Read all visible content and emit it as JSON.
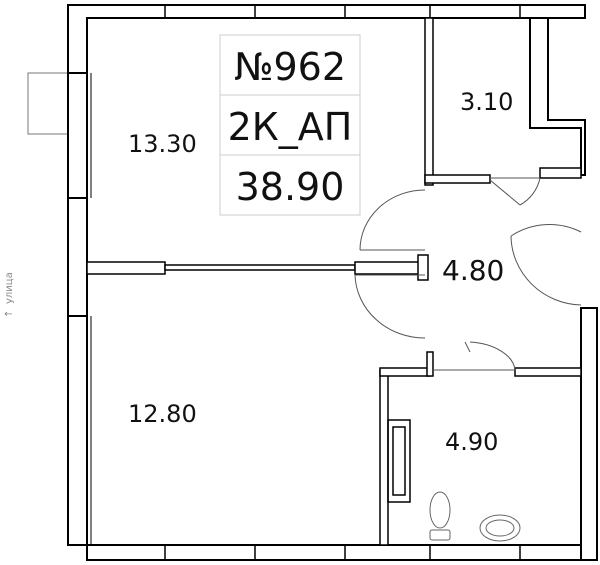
{
  "title_box": {
    "number": "№962",
    "type": "2К_АП",
    "total_area": "38.90"
  },
  "rooms": [
    {
      "name": "room-living-1",
      "area": "13.30"
    },
    {
      "name": "room-storage",
      "area": "3.10"
    },
    {
      "name": "room-hall",
      "area": "4.80"
    },
    {
      "name": "room-living-2",
      "area": "12.80"
    },
    {
      "name": "room-bathroom",
      "area": "4.90"
    }
  ],
  "street_label": "улица",
  "colors": {
    "wall": "#000000",
    "wall_fill": "#ffffff",
    "line": "#555555",
    "title_border": "#cccccc"
  }
}
